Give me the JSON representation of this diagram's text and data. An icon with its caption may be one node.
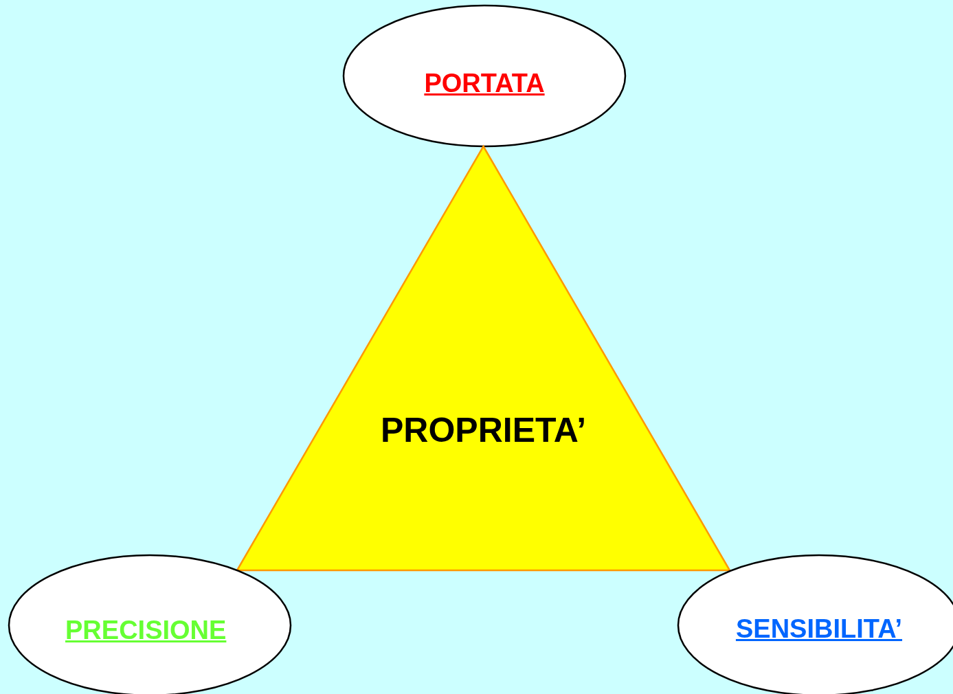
{
  "diagram": {
    "nodes": [
      {
        "text": [
          "PORTATA"
        ]
      },
      {
        "text": [
          "PROPRIETA’"
        ]
      },
      {
        "text": [
          "PRECISIONE"
        ]
      },
      {
        "text": [
          "SENSIBILITA’"
        ]
      }
    ]
  }
}
